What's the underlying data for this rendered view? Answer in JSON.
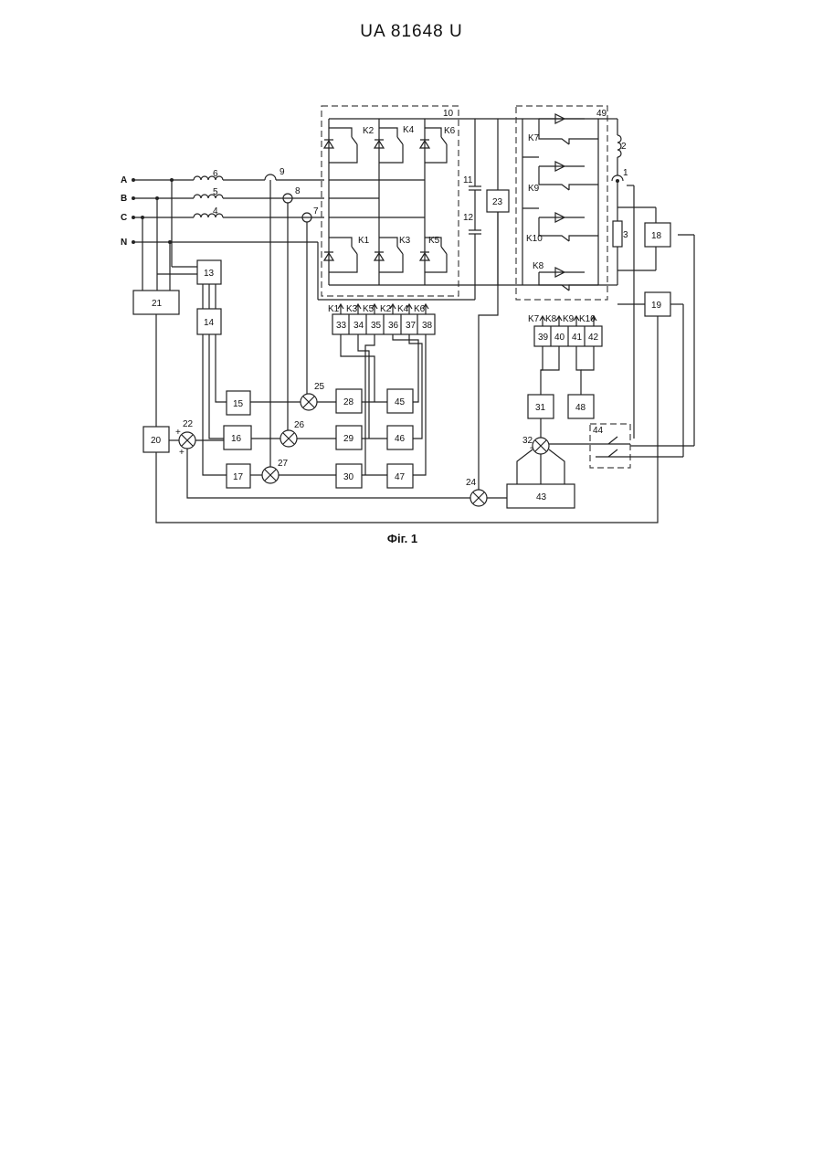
{
  "header": {
    "document_id": "UA   81648   U"
  },
  "figure": {
    "caption": "Фіг. 1"
  },
  "lines": {
    "a": "A",
    "b": "B",
    "c": "C",
    "n": "N"
  },
  "components": {
    "l1": "1",
    "l2": "2",
    "r3": "3",
    "l4": "4",
    "l5": "5",
    "l6": "6",
    "l7": "7",
    "l8": "8",
    "l9": "9",
    "l10": "10",
    "l11": "11",
    "l12": "12",
    "l49": "49"
  },
  "blocks": {
    "b13": "13",
    "b14": "14",
    "b15": "15",
    "b16": "16",
    "b17": "17",
    "b18": "18",
    "b19": "19",
    "b20": "20",
    "b21": "21",
    "b22": "22",
    "b23": "23",
    "b24": "24",
    "b25": "25",
    "b26": "26",
    "b27": "27",
    "b28": "28",
    "b29": "29",
    "b30": "30",
    "b31": "31",
    "b32": "32",
    "b33": "33",
    "b34": "34",
    "b35": "35",
    "b36": "36",
    "b37": "37",
    "b38": "38",
    "b39": "39",
    "b40": "40",
    "b41": "41",
    "b42": "42",
    "b43": "43",
    "b44": "44",
    "b45": "45",
    "b46": "46",
    "b47": "47",
    "b48": "48"
  },
  "switches": {
    "k1": "K1",
    "k2": "K2",
    "k3": "K3",
    "k4": "K4",
    "k5": "K5",
    "k6": "K6",
    "k7": "K7",
    "k8": "K8",
    "k9": "K9",
    "k10": "K10"
  },
  "outputs": {
    "o33": "K1",
    "o34": "K3",
    "o35": "K5",
    "o36": "K2",
    "o37": "K4",
    "o38": "K6",
    "o39": "K7",
    "o40": "K8",
    "o41": "K9",
    "o42": "K10"
  },
  "signs": {
    "plus": "+",
    "minus": "-"
  }
}
